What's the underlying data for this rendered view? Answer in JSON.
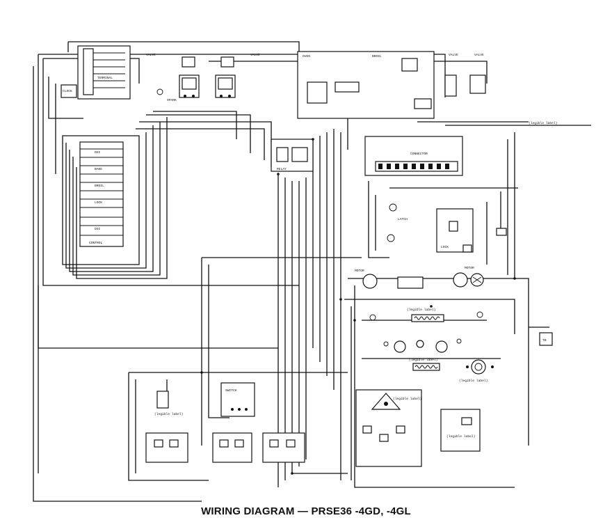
{
  "title": "WIRING DIAGRAM — PRSE36 -4GD, -4GL",
  "labels": {
    "left_component": "(legible label)",
    "fan": "(legible label)",
    "panel": "(legible label)",
    "ground": "(legible label)",
    "outlet": "(legible label)",
    "bake": "(legible label)",
    "broil": "(legible label)"
  }
}
